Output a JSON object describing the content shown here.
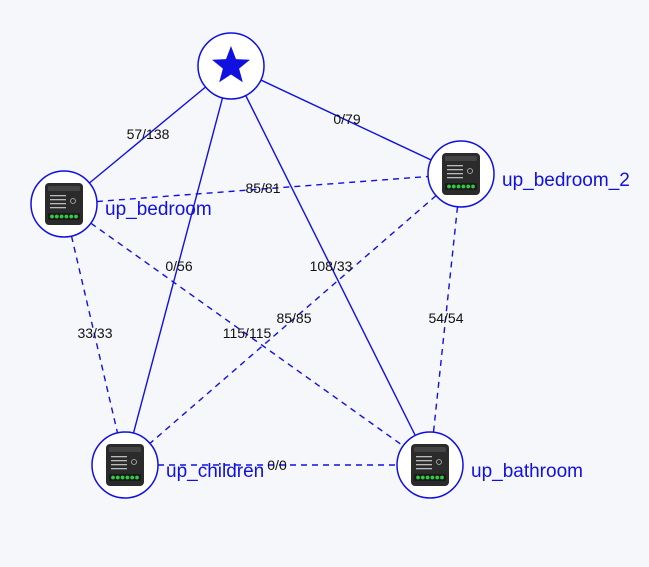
{
  "colors": {
    "primary": "#1010e0",
    "node_fill": "#ffffff",
    "device_body": "#2b2b2b",
    "device_led": "#2ecc40",
    "edge_label": "#111111",
    "background": "#f6f7fb"
  },
  "nodes": [
    {
      "id": "hub",
      "label": "",
      "icon": "star-icon"
    },
    {
      "id": "up_bedroom",
      "label": "up_bedroom",
      "icon": "smart-switch-device-icon"
    },
    {
      "id": "up_bedroom_2",
      "label": "up_bedroom_2",
      "icon": "smart-switch-device-icon"
    },
    {
      "id": "up_children",
      "label": "up_children",
      "icon": "smart-switch-device-icon"
    },
    {
      "id": "up_bathroom",
      "label": "up_bathroom",
      "icon": "smart-switch-device-icon"
    }
  ],
  "edges": [
    {
      "from": "hub",
      "to": "up_bedroom",
      "label": "57/138",
      "style": "solid"
    },
    {
      "from": "hub",
      "to": "up_bedroom_2",
      "label": "0/79",
      "style": "solid"
    },
    {
      "from": "hub",
      "to": "up_children",
      "label": "0/56",
      "style": "solid"
    },
    {
      "from": "hub",
      "to": "up_bathroom",
      "label": "108/33",
      "style": "solid"
    },
    {
      "from": "up_bedroom",
      "to": "up_bedroom_2",
      "label": "85/81",
      "style": "dashed"
    },
    {
      "from": "up_bedroom",
      "to": "up_children",
      "label": "33/33",
      "style": "dashed"
    },
    {
      "from": "up_bedroom",
      "to": "up_bathroom",
      "label": "115/115",
      "style": "dashed"
    },
    {
      "from": "up_bedroom_2",
      "to": "up_children",
      "label": "85/85",
      "style": "dashed"
    },
    {
      "from": "up_bedroom_2",
      "to": "up_bathroom",
      "label": "54/54",
      "style": "dashed"
    },
    {
      "from": "up_children",
      "to": "up_bathroom",
      "label": "0/0",
      "style": "dashed"
    }
  ]
}
